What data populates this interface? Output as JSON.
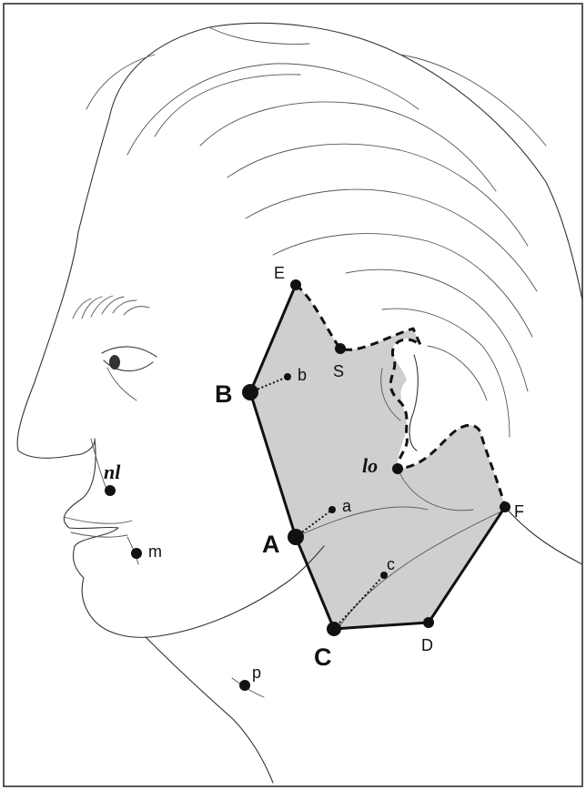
{
  "labels": {
    "A": "A",
    "B": "B",
    "C": "C",
    "D": "D",
    "E": "E",
    "F": "F",
    "S": "S",
    "a": "a",
    "b": "b",
    "c": "c",
    "m": "m",
    "p": "p",
    "nl": "nl",
    "lo": "lo"
  },
  "colors": {
    "region_fill": "#cfcfcf",
    "ink": "#111111",
    "frame": "#222222"
  }
}
